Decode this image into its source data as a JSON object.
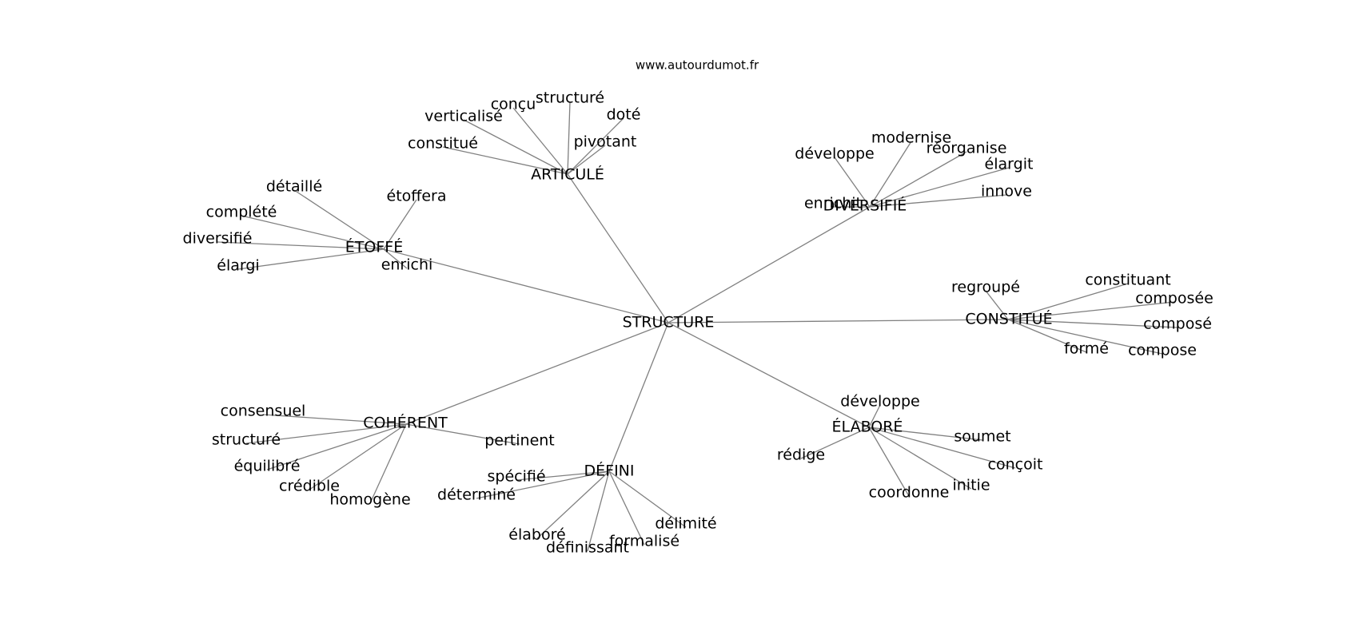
{
  "watermark": "www.autourdumot.fr",
  "center": "STRUCTURE",
  "groups": [
    {
      "hub": "ARTICULÉ",
      "leaves": [
        "structuré",
        "conçu",
        "verticalisé",
        "doté",
        "pivotant",
        "constitué"
      ]
    },
    {
      "hub": "DIVERSIFIÉ",
      "leaves": [
        "modernise",
        "développe",
        "réorganise",
        "élargit",
        "innove",
        "enrichit"
      ]
    },
    {
      "hub": "ÉTOFFÉ",
      "leaves": [
        "détaillé",
        "étoffera",
        "complété",
        "diversifié",
        "élargi",
        "enrichi"
      ]
    },
    {
      "hub": "CONSTITUÉ",
      "leaves": [
        "regroupé",
        "constituant",
        "composée",
        "composé",
        "formé",
        "compose"
      ]
    },
    {
      "hub": "COHÉRENT",
      "leaves": [
        "consensuel",
        "structuré",
        "équilibré",
        "crédible",
        "homogène",
        "pertinent"
      ]
    },
    {
      "hub": "ÉLABORÉ",
      "leaves": [
        "développe",
        "soumet",
        "rédige",
        "conçoit",
        "initie",
        "coordonne"
      ]
    },
    {
      "hub": "DÉFINI",
      "leaves": [
        "spécifié",
        "déterminé",
        "élaboré",
        "définissant",
        "formalisé",
        "délimité"
      ]
    }
  ]
}
